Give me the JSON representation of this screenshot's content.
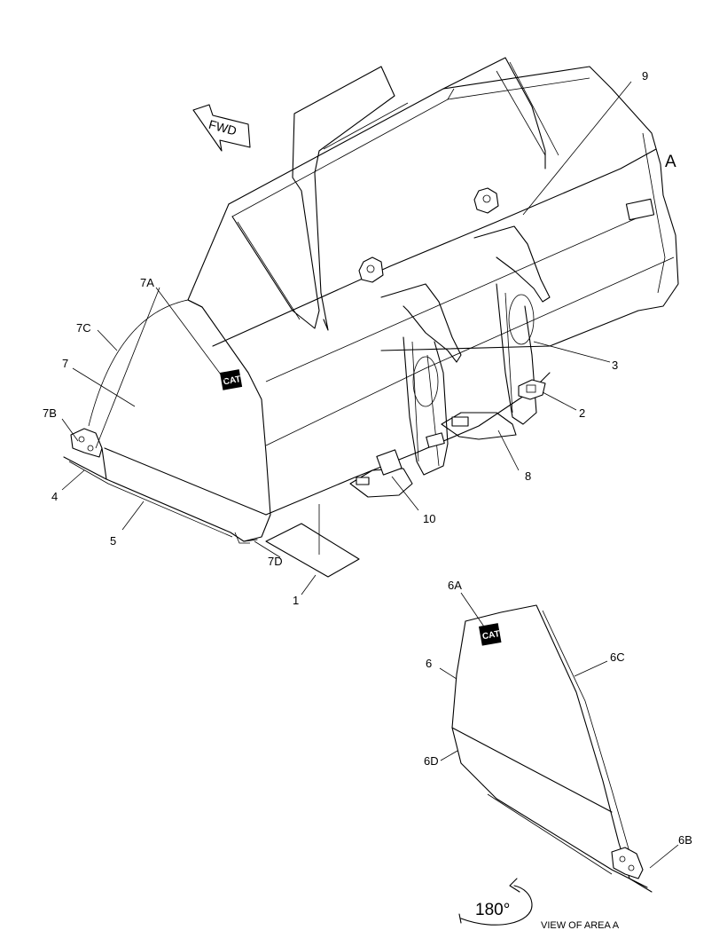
{
  "labels": {
    "l1": "1",
    "l2": "2",
    "l3": "3",
    "l4": "4",
    "l5": "5",
    "l6": "6",
    "l6A": "6A",
    "l6B": "6B",
    "l6C": "6C",
    "l6D": "6D",
    "l7": "7",
    "l7A": "7A",
    "l7B": "7B",
    "l7C": "7C",
    "l7D": "7D",
    "l8": "8",
    "l9": "9",
    "l10": "10"
  },
  "area_marker": "A",
  "direction_arrow": "FWD",
  "rotation_label": "180°",
  "view_caption": "VIEW OF AREA  A",
  "logo_text": "CAT",
  "icons": {
    "forward-arrow": "fwd-arrow-icon",
    "rotation": "rotate-180-icon",
    "logo": "cat-logo-icon"
  }
}
